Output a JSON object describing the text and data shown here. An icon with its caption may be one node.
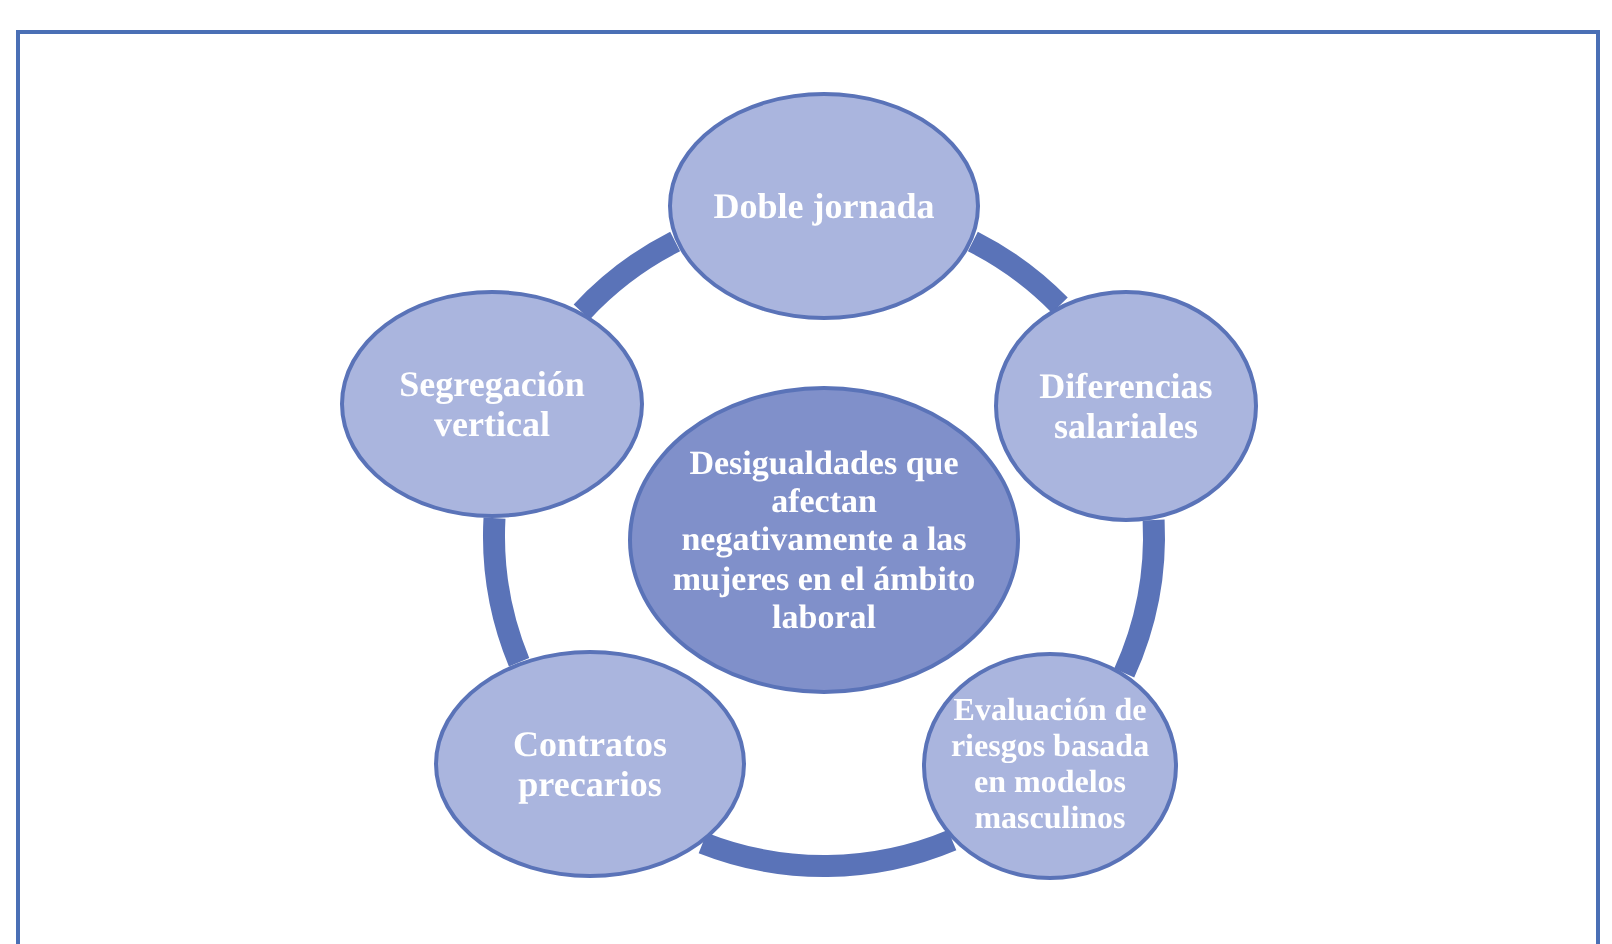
{
  "diagram": {
    "nodes": [
      {
        "text": [
          "Doble jornada"
        ]
      },
      {
        "text": [
          "Segregación vertical"
        ]
      },
      {
        "text": [
          "Diferencias salariales"
        ]
      },
      {
        "text": [
          "Desigualdades que afectan negativamente a las mujeres en el ámbito laboral"
        ]
      },
      {
        "text": [
          "Contratos precarios"
        ]
      },
      {
        "text": [
          "Evaluación de riesgos basada en modelos masculinos"
        ]
      }
    ],
    "edges": [
      {
        "from": 0,
        "to": 2,
        "arrow": "none"
      },
      {
        "from": 2,
        "to": 5,
        "arrow": "none"
      },
      {
        "from": 5,
        "to": 4,
        "arrow": "none"
      },
      {
        "from": 4,
        "to": 1,
        "arrow": "none"
      },
      {
        "from": 1,
        "to": 0,
        "arrow": "none"
      }
    ]
  }
}
